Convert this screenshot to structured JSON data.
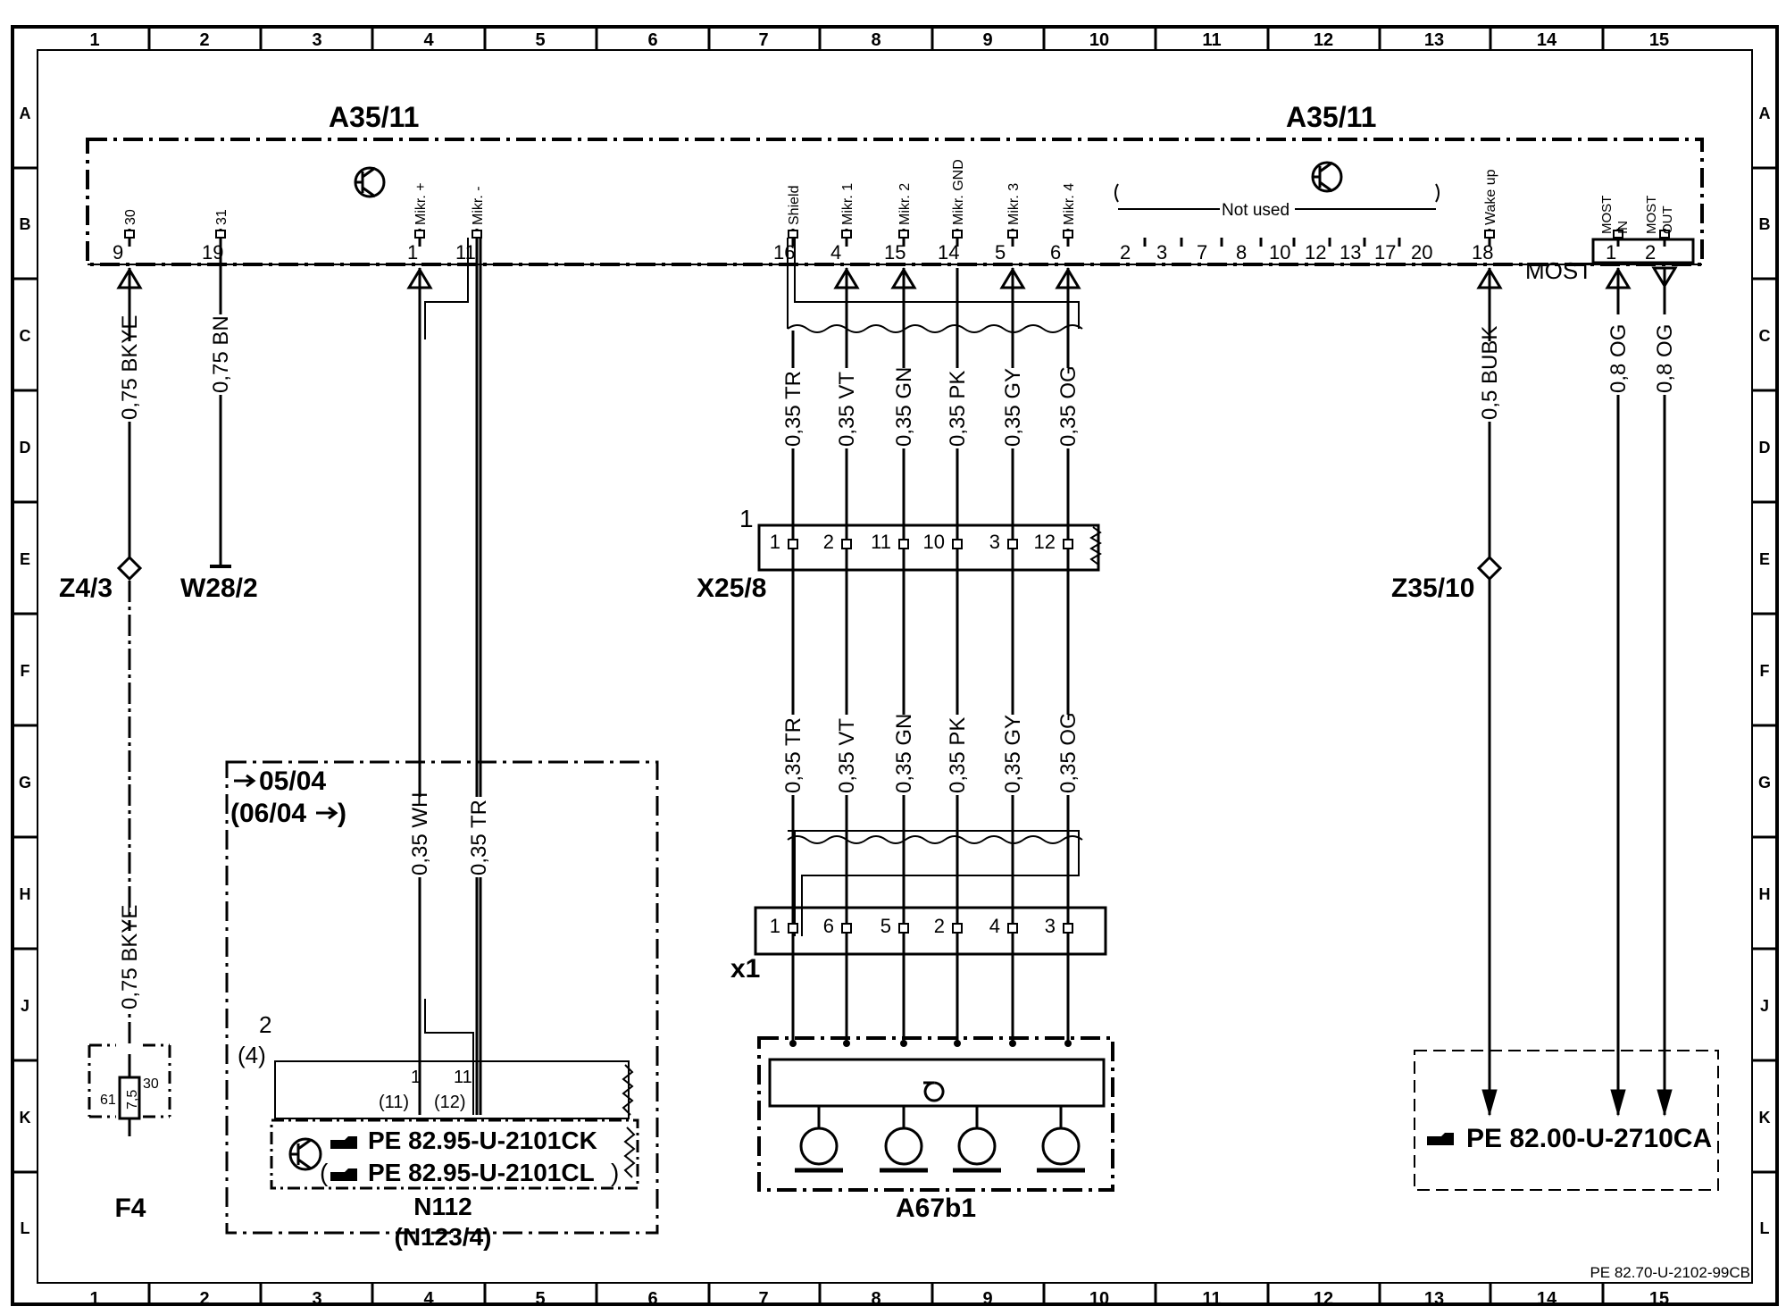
{
  "grid": {
    "columns": [
      "1",
      "2",
      "3",
      "4",
      "5",
      "6",
      "7",
      "8",
      "9",
      "10",
      "11",
      "12",
      "13",
      "14",
      "15"
    ],
    "rows": [
      "A",
      "B",
      "C",
      "D",
      "E",
      "F",
      "G",
      "H",
      "J",
      "K",
      "L"
    ]
  },
  "control_unit": {
    "label_left": "A35/11",
    "label_right": "A35/11",
    "pins": [
      {
        "num": "9",
        "name": "30"
      },
      {
        "num": "19",
        "name": "31"
      },
      {
        "num": "1",
        "name": "Mikr. +"
      },
      {
        "num": "11",
        "name": "Mikr. -"
      },
      {
        "num": "16",
        "name": "Shield"
      },
      {
        "num": "4",
        "name": "Mikr. 1"
      },
      {
        "num": "15",
        "name": "Mikr. 2"
      },
      {
        "num": "14",
        "name": "Mikr. GND"
      },
      {
        "num": "5",
        "name": "Mikr. 3"
      },
      {
        "num": "6",
        "name": "Mikr. 4"
      },
      {
        "num": "18",
        "name": "Wake up"
      },
      {
        "num": "1",
        "name": "MOST IN"
      },
      {
        "num": "2",
        "name": "MOST OUT"
      }
    ],
    "not_used_label": "Not used",
    "not_used_pins": [
      "2",
      "3",
      "7",
      "8",
      "10",
      "12",
      "13",
      "17",
      "20"
    ],
    "most_label": "MOST",
    "most_in_top": "MOST",
    "most_in_bottom": "IN",
    "most_out_top": "MOST",
    "most_out_bottom": "OUT"
  },
  "wires": {
    "bkye_upper": "0,75 BKYE",
    "bkye_lower": "0,75 BKYE",
    "bn": "0,75 BN",
    "wh": "0,35 WH",
    "tr_n": "0,35 TR",
    "bubk": "0,5 BUBK",
    "og_in": "0,8 OG",
    "og_out": "0,8 OG",
    "bundle_upper": [
      "0,35 TR",
      "0,35 VT",
      "0,35 GN",
      "0,35 PK",
      "0,35 GY",
      "0,35 OG"
    ],
    "bundle_lower": [
      "0,35 TR",
      "0,35 VT",
      "0,35 GN",
      "0,35 PK",
      "0,35 GY",
      "0,35 OG"
    ]
  },
  "components": {
    "z4": "Z4/3",
    "w28": "W28/2",
    "x25": "X25/8",
    "x25_pin_block": "1",
    "x25_pins": [
      "1",
      "2",
      "11",
      "10",
      "3",
      "12"
    ],
    "z35": "Z35/10",
    "x1": "x1",
    "x1_pins": [
      "1",
      "6",
      "5",
      "2",
      "4",
      "3"
    ],
    "a67": "A67b1",
    "f4": "F4",
    "fuse_left": "61",
    "fuse_right": "30",
    "fuse_value": "7,5",
    "n112": "N112",
    "n123": "(N123/4)",
    "n112_pin_a": "1",
    "n112_pin_a_alt": "(11)",
    "n112_pin_b": "11",
    "n112_pin_b_alt": "(12)",
    "n112_block_top": "2",
    "n112_block_bottom": "(4)",
    "date_from": "05/04",
    "date_to": "(06/04",
    "ref1": "PE  82.95-U-2101CK",
    "ref2": "PE  82.95-U-2101CL",
    "ref3": "PE  82.00-U-2710CA"
  },
  "doc_ref": "PE 82.70-U-2102-99CB"
}
